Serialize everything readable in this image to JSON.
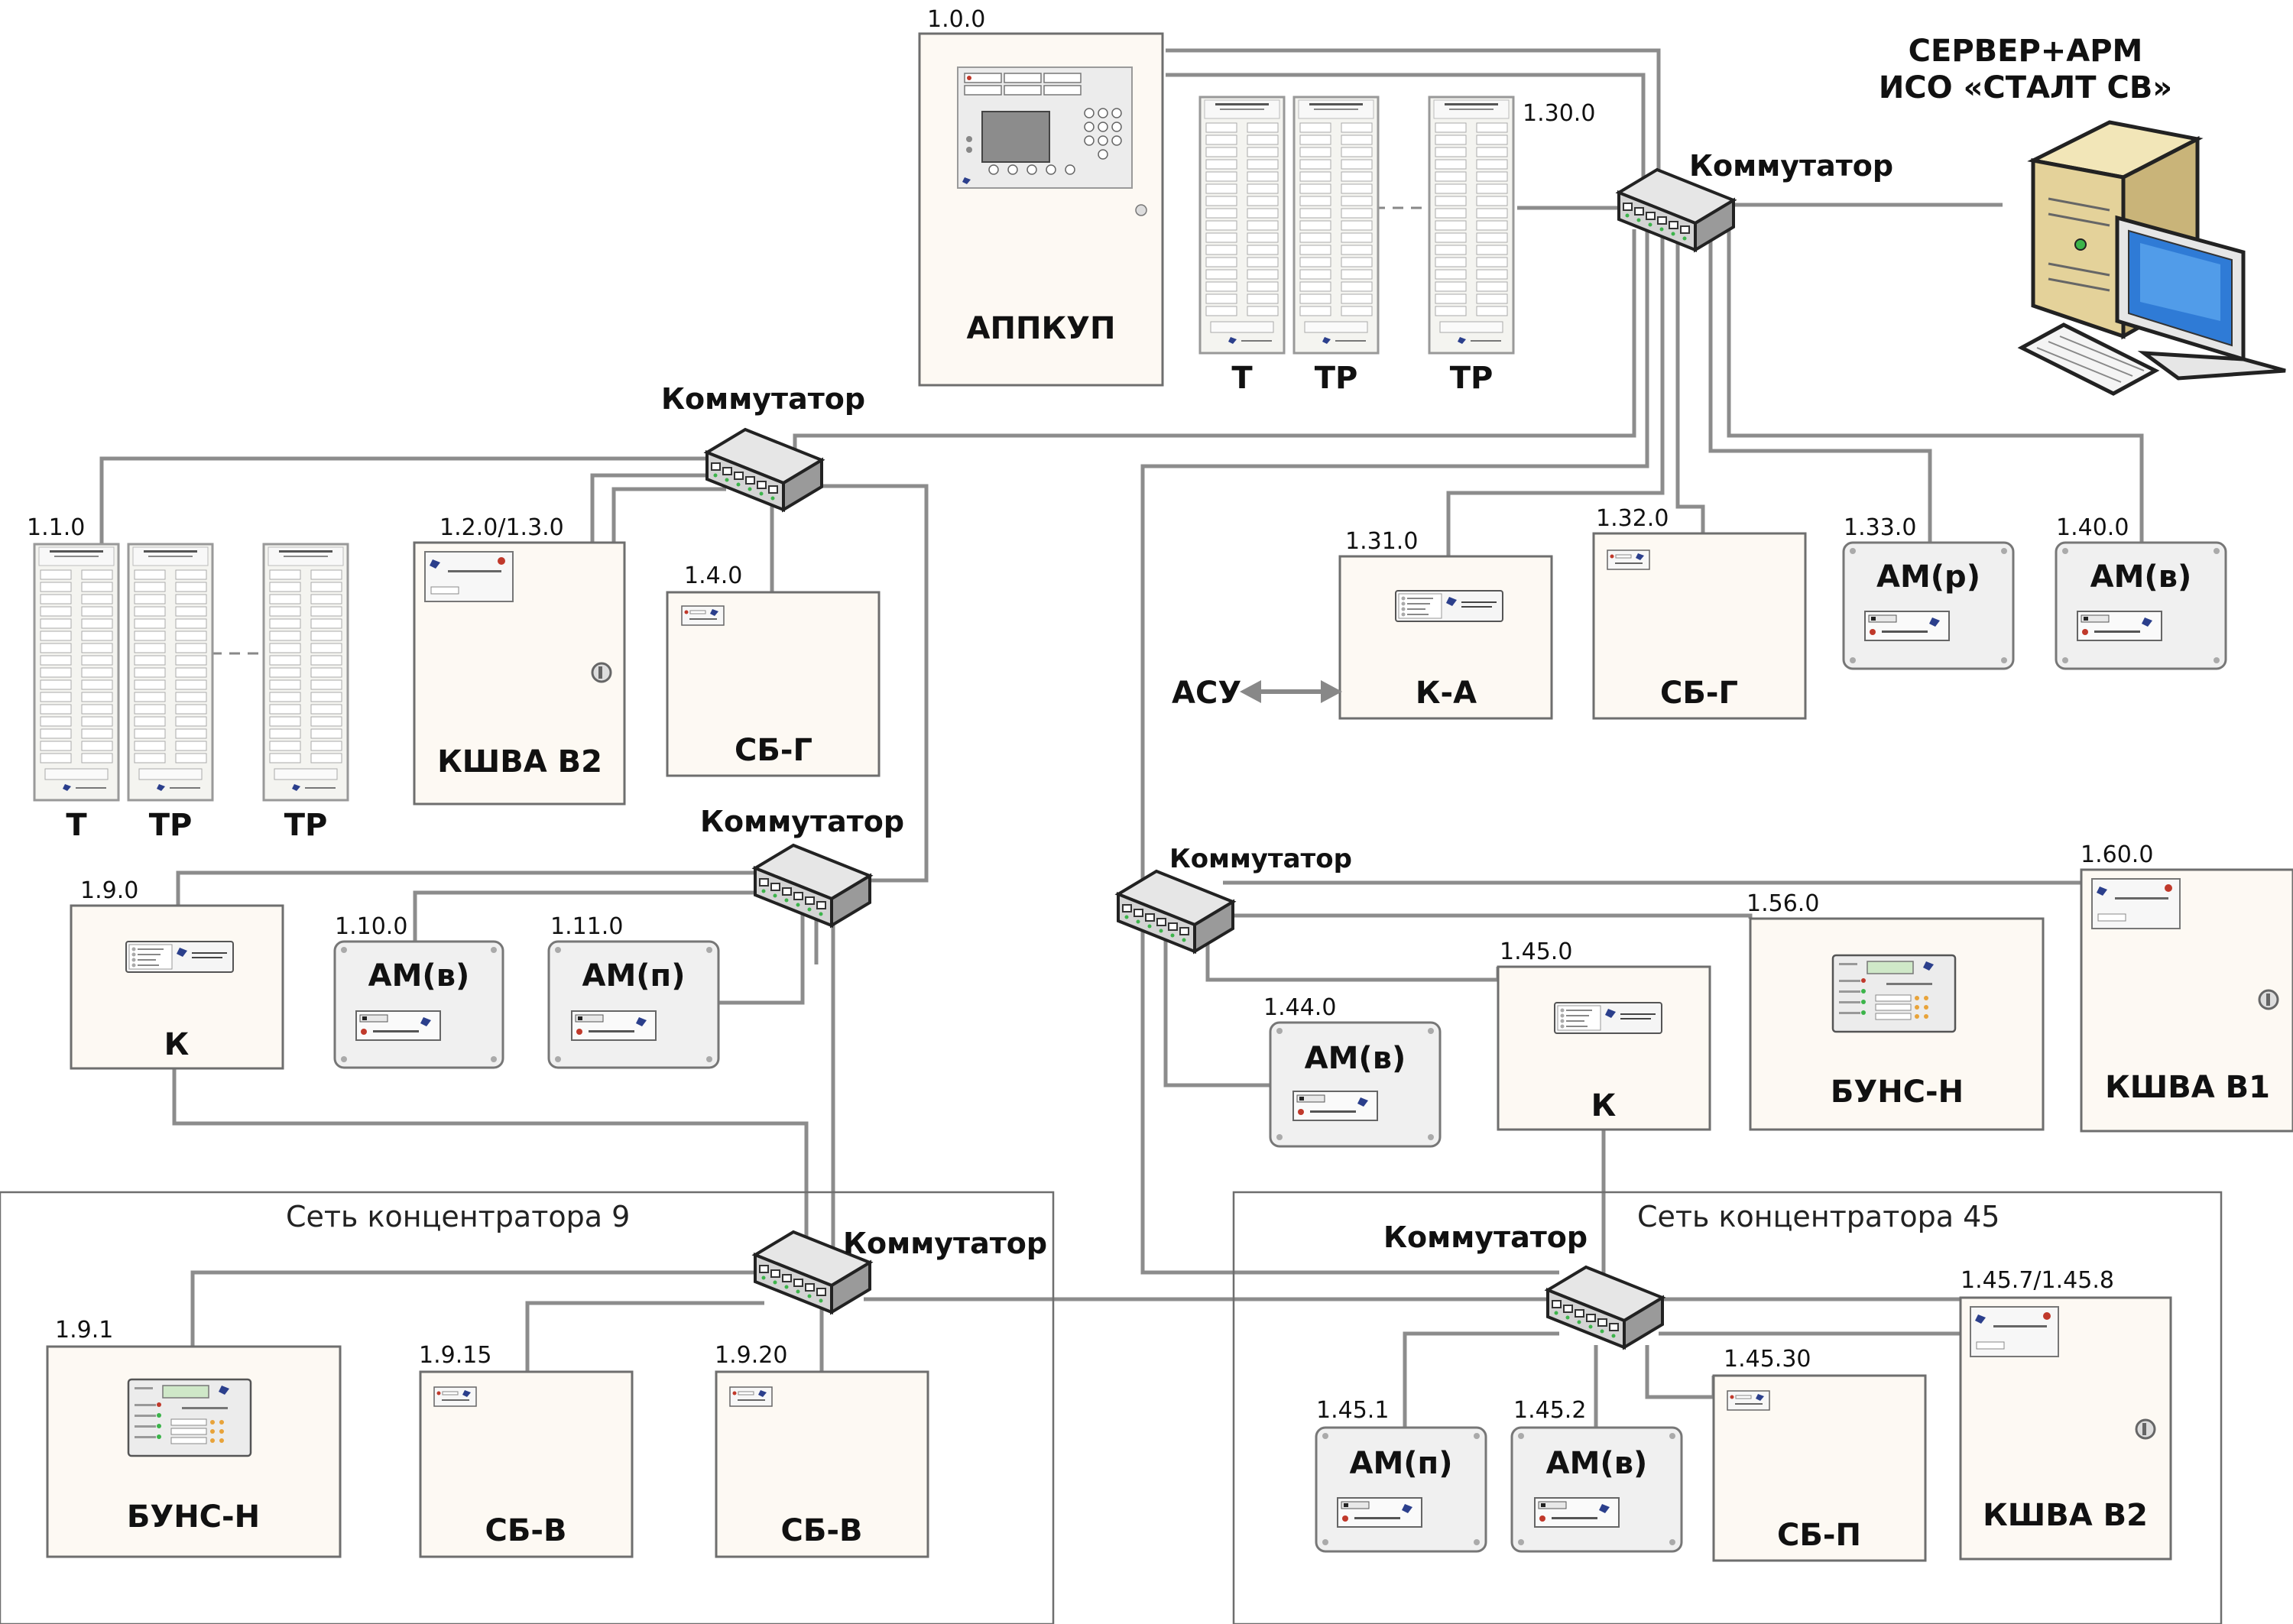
{
  "server": {
    "line1": "СЕРВЕР+АРМ",
    "line2": "ИСО «СТАЛТ СВ»"
  },
  "switch_label": "Коммутатор",
  "networks": {
    "hub9": "Сеть концентратора 9",
    "hub45": "Сеть концентратора 45"
  },
  "asu": "АСУ",
  "devices": {
    "appkup": {
      "id": "1.0.0",
      "label": "АППКУП"
    },
    "top_panels": {
      "id": "1.30.0",
      "labels": [
        "Т",
        "ТР",
        "ТР"
      ]
    },
    "left_panels": {
      "id": "1.1.0",
      "labels": [
        "Т",
        "ТР",
        "ТР"
      ]
    },
    "kshva_left": {
      "id": "1.2.0/1.3.0",
      "label": "КШВА В2"
    },
    "sbg_left": {
      "id": "1.4.0",
      "label": "СБ-Г"
    },
    "k_19": {
      "id": "1.9.0",
      "label": "К"
    },
    "am_110": {
      "id": "1.10.0",
      "label": "АМ(в)"
    },
    "am_111": {
      "id": "1.11.0",
      "label": "АМ(п)"
    },
    "ka_131": {
      "id": "1.31.0",
      "label": "К-А"
    },
    "sbg_132": {
      "id": "1.32.0",
      "label": "СБ-Г"
    },
    "am_133": {
      "id": "1.33.0",
      "label": "АМ(р)"
    },
    "am_140": {
      "id": "1.40.0",
      "label": "АМ(в)"
    },
    "kshva_160": {
      "id": "1.60.0",
      "label": "КШВА В1"
    },
    "buns_156": {
      "id": "1.56.0",
      "label": "БУНС-Н"
    },
    "k_145": {
      "id": "1.45.0",
      "label": "К"
    },
    "am_144": {
      "id": "1.44.0",
      "label": "АМ(в)"
    },
    "buns_191": {
      "id": "1.9.1",
      "label": "БУНС-Н"
    },
    "sbv_1915": {
      "id": "1.9.15",
      "label": "СБ-В"
    },
    "sbv_1920": {
      "id": "1.9.20",
      "label": "СБ-В"
    },
    "am_1451": {
      "id": "1.45.1",
      "label": "АМ(п)"
    },
    "am_1452": {
      "id": "1.45.2",
      "label": "АМ(в)"
    },
    "sbp_14530": {
      "id": "1.45.30",
      "label": "СБ-П"
    },
    "kshva_1457": {
      "id": "1.45.7/1.45.8",
      "label": "КШВА В2"
    }
  }
}
